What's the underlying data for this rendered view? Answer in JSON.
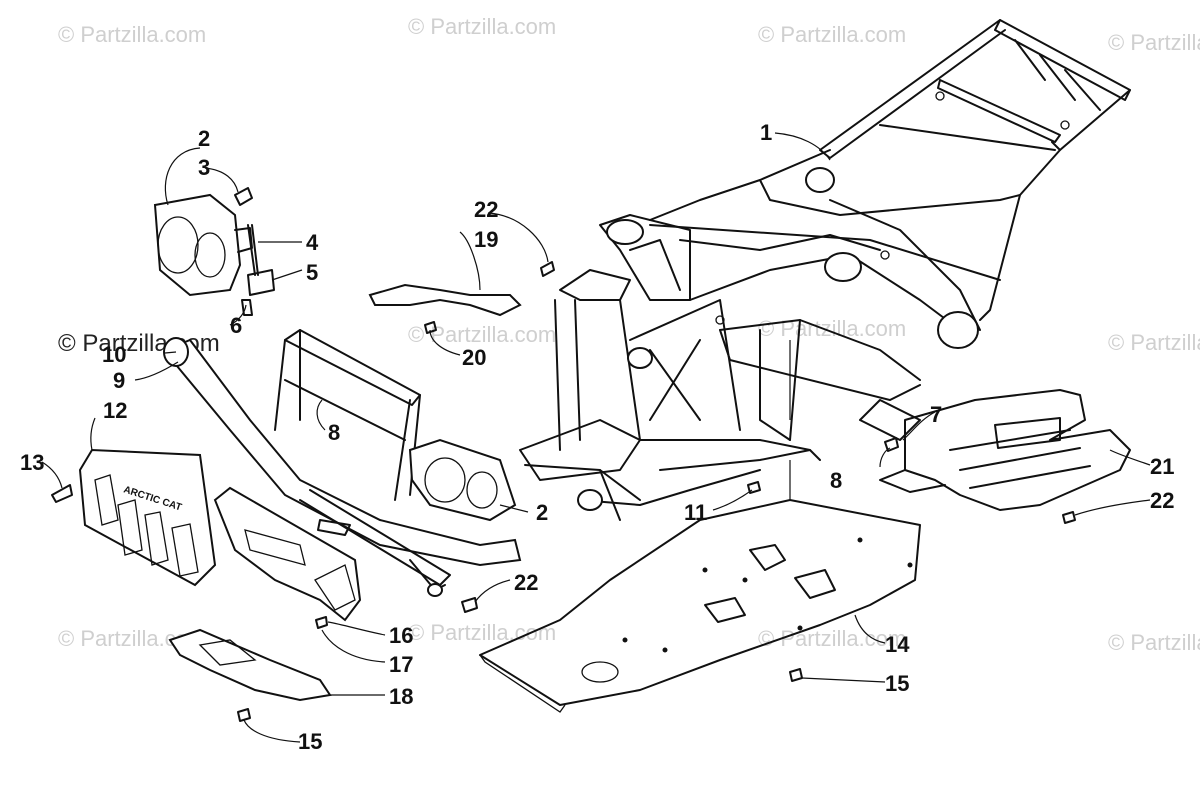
{
  "watermarks": [
    "© Partzilla.com",
    "© Partzilla.com",
    "© Partzilla.com",
    "© Partzilla.com",
    "© Partzilla.com",
    "© Partzilla.com",
    "© Partzilla.com",
    "© Partzilla.com",
    "© Partzilla.com",
    "© Partzilla.com",
    "© Partzilla.com",
    "© Partzilla.com"
  ],
  "brand_plate_text": "ARCTIC CAT",
  "callouts": [
    {
      "id": "c1",
      "label": "1"
    },
    {
      "id": "c2a",
      "label": "2"
    },
    {
      "id": "c3",
      "label": "3"
    },
    {
      "id": "c4",
      "label": "4"
    },
    {
      "id": "c5",
      "label": "5"
    },
    {
      "id": "c6",
      "label": "6"
    },
    {
      "id": "c7",
      "label": "7"
    },
    {
      "id": "c8a",
      "label": "8"
    },
    {
      "id": "c8b",
      "label": "8"
    },
    {
      "id": "c9",
      "label": "9"
    },
    {
      "id": "c10",
      "label": "10"
    },
    {
      "id": "c11",
      "label": "11"
    },
    {
      "id": "c12",
      "label": "12"
    },
    {
      "id": "c13",
      "label": "13"
    },
    {
      "id": "c14",
      "label": "14"
    },
    {
      "id": "c15a",
      "label": "15"
    },
    {
      "id": "c15b",
      "label": "15"
    },
    {
      "id": "c16",
      "label": "16"
    },
    {
      "id": "c17",
      "label": "17"
    },
    {
      "id": "c18",
      "label": "18"
    },
    {
      "id": "c19",
      "label": "19"
    },
    {
      "id": "c20",
      "label": "20"
    },
    {
      "id": "c21",
      "label": "21"
    },
    {
      "id": "c22a",
      "label": "22"
    },
    {
      "id": "c22b",
      "label": "22"
    },
    {
      "id": "c22c",
      "label": "22"
    },
    {
      "id": "c2b",
      "label": "2"
    }
  ]
}
